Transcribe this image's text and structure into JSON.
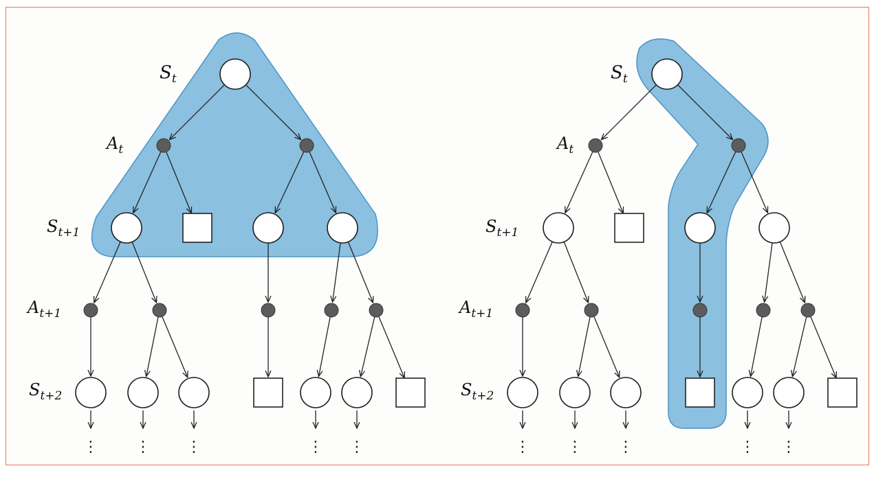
{
  "panels": [
    {
      "labels": {
        "s_t": [
          "S",
          "t"
        ],
        "a_t": [
          "A",
          "t"
        ],
        "s_t1": [
          "S",
          "t+1"
        ],
        "a_t1": [
          "A",
          "t+1"
        ],
        "s_t2": [
          "S",
          "t+2"
        ]
      }
    },
    {
      "labels": {
        "s_t": [
          "S",
          "t"
        ],
        "a_t": [
          "A",
          "t"
        ],
        "s_t1": [
          "S",
          "t+1"
        ],
        "a_t1": [
          "A",
          "t+1"
        ],
        "s_t2": [
          "S",
          "t+2"
        ]
      }
    }
  ],
  "colors": {
    "highlight_fill": "#6aaed8",
    "highlight_stroke": "#4b93c6",
    "action_node": "#5c5c5c",
    "frame_border": "#e8745a"
  },
  "continuation_glyph": "⋮"
}
